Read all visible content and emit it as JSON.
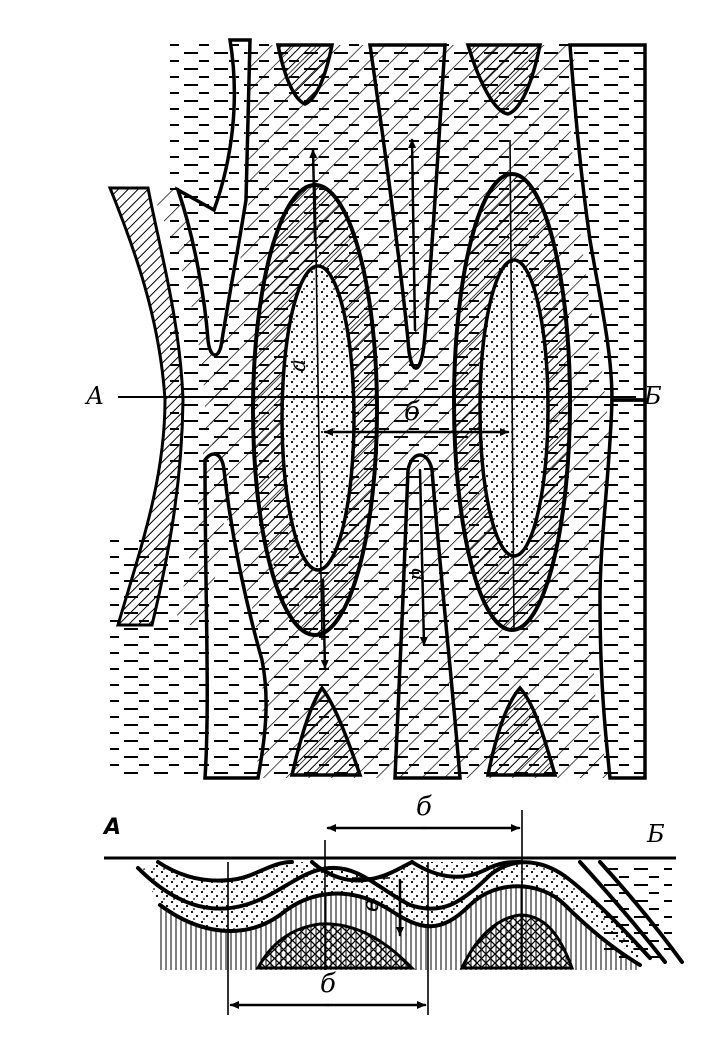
{
  "plan_view": {
    "label_left": "А",
    "label_right": "Б",
    "label_a_left": "a",
    "label_a_right": "a",
    "label_b": "б"
  },
  "section": {
    "label_left": "А",
    "label_right": "Б",
    "label_b_top": "б",
    "label_b_bottom": "б",
    "label_v": "в"
  }
}
